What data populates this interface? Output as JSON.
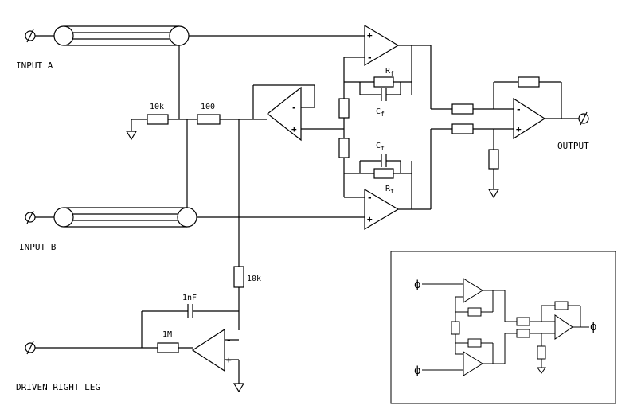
{
  "labels": {
    "input_a": "INPUT A",
    "input_b": "INPUT B",
    "output": "OUTPUT",
    "driven_right_leg": "DRIVEN RIGHT LEG"
  },
  "components": {
    "r_10k_ground": "10k",
    "r_100": "100",
    "r_10k_drl": "10k",
    "c_1nf": "1nF",
    "r_1m": "1M",
    "rf_top": "R",
    "rf_top_sub": "f",
    "cf_top": "C",
    "cf_top_sub": "f",
    "cf_bottom": "C",
    "cf_bottom_sub": "f",
    "rf_bottom": "R",
    "rf_bottom_sub": "f"
  },
  "symbols": {
    "terminal": "ϕ",
    "minus": "-",
    "plus": "+"
  }
}
